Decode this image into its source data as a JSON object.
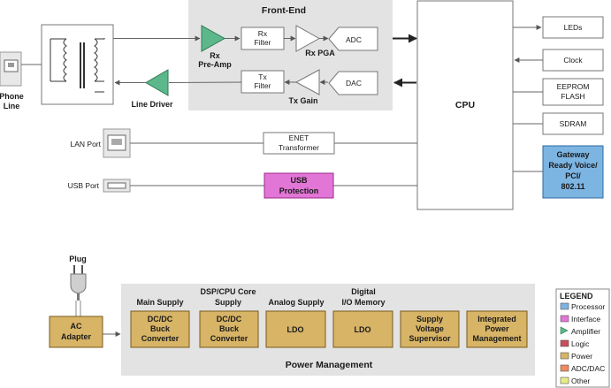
{
  "front_end": {
    "title": "Front-End",
    "rx_filter": [
      "Rx",
      "Filter"
    ],
    "tx_filter": [
      "Tx",
      "Filter"
    ],
    "rx_pga": "Rx PGA",
    "tx_gain": "Tx Gain",
    "adc": "ADC",
    "dac": "DAC",
    "rx_preamp": [
      "Rx",
      "Pre-Amp"
    ]
  },
  "line_driver": "Line Driver",
  "phone_line": [
    "Phone",
    "Line"
  ],
  "cpu": "CPU",
  "peripherals": {
    "leds": "LEDs",
    "clock": "Clock",
    "eeprom": [
      "EEPROM",
      "FLASH"
    ],
    "sdram": "SDRAM",
    "gateway": [
      "Gateway",
      "Ready Voice/",
      "PCI/",
      "802.11"
    ]
  },
  "lan_port": "LAN Port",
  "usb_port": "USB Port",
  "enet": [
    "ENET",
    "Transformer"
  ],
  "usb_protection": [
    "USB",
    "Protection"
  ],
  "plug": "Plug",
  "ac_adapter": [
    "AC",
    "Adapter"
  ],
  "power_management": {
    "title": "Power Management",
    "main_supply_header": "Main Supply",
    "dsp_header": [
      "DSP/CPU Core",
      "Supply"
    ],
    "analog_header": "Analog Supply",
    "digital_header": [
      "Digital",
      "I/O Memory"
    ],
    "blocks": {
      "main": [
        "DC/DC",
        "Buck",
        "Converter"
      ],
      "dsp": [
        "DC/DC",
        "Buck",
        "Converter"
      ],
      "analog": "LDO",
      "digital": "LDO",
      "supervisor": [
        "Supply",
        "Voltage",
        "Supervisor"
      ],
      "integrated": [
        "Integrated",
        "Power",
        "Management"
      ]
    }
  },
  "legend": {
    "title": "LEGEND",
    "items": [
      {
        "label": "Processor",
        "color": "#7cb4e2"
      },
      {
        "label": "Interface",
        "color": "#e276d6"
      },
      {
        "label": "Amplifier",
        "color": "#5cb88a"
      },
      {
        "label": "Logic",
        "color": "#c94f5e"
      },
      {
        "label": "Power",
        "color": "#d7b466"
      },
      {
        "label": "ADC/DAC",
        "color": "#f08a5c"
      },
      {
        "label": "Other",
        "color": "#e8ec86"
      }
    ]
  },
  "colors": {
    "panel": "#e3e3e3",
    "processor": "#7cb4e2",
    "interface": "#e276d6",
    "amplifier": "#5cb88a",
    "power": "#d7b466"
  }
}
